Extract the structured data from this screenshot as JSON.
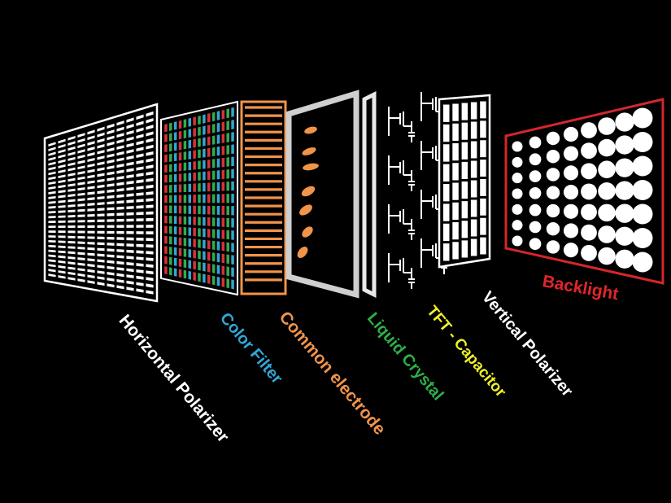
{
  "layers": [
    {
      "id": "horizontal-polarizer",
      "label": "Horizontal  Polarizer",
      "label_color": "#ffffff"
    },
    {
      "id": "color-filter",
      "label": "Color Filter",
      "label_color": "#33a6d6"
    },
    {
      "id": "common-electrode",
      "label": "Common electrode",
      "label_color": "#f0944a"
    },
    {
      "id": "liquid-crystal",
      "label": "Liquid  Crystal",
      "label_color": "#2fae4a"
    },
    {
      "id": "tft-capacitor",
      "label": "TFT - Capacitor",
      "label_color": "#eef02a"
    },
    {
      "id": "vertical-polarizer",
      "label": "Vertical  Polarizer",
      "label_color": "#ffffff"
    },
    {
      "id": "backlight",
      "label": "Backlight",
      "label_color": "#e0262a"
    }
  ],
  "colors": {
    "background": "#000000",
    "polarizer": "#ffffff",
    "filter_red": "#d8323a",
    "filter_green": "#2fae4a",
    "filter_blue": "#33a6d6",
    "electrode": "#f0944a",
    "crystal": "#f0944a",
    "glass_frame": "#cfcfcf",
    "backlight_frame": "#d6262a"
  }
}
